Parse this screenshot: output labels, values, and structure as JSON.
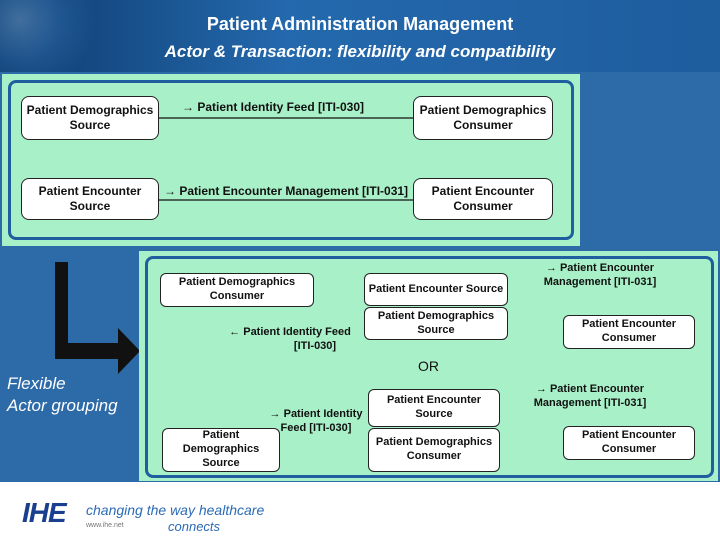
{
  "header": {
    "title_line1": "Patient Administration Management",
    "title_line2": "Actor & Transaction: flexibility and compatibility"
  },
  "top_panel": {
    "row1": {
      "source": "Patient Demographics Source",
      "transaction": "→ Patient Identity Feed [ITI-030]",
      "consumer": "Patient Demographics Consumer"
    },
    "row2": {
      "source": "Patient Encounter Source",
      "transaction": "→ Patient Encounter Management [ITI-031]",
      "consumer": "Patient Encounter Consumer"
    }
  },
  "side_label": {
    "line1": "Flexible",
    "line2": "Actor grouping"
  },
  "bottom_panel": {
    "option1": {
      "pd_consumer": "Patient Demographics Consumer",
      "pe_source": "Patient Encounter Source",
      "pd_source": "Patient Demographics Source",
      "pe_consumer": "Patient Encounter Consumer",
      "feed_label_1": "← Patient Identity Feed",
      "feed_label_2": "[ITI-030]",
      "mgmt_label_1": "→ Patient Encounter",
      "mgmt_label_2": "Management [ITI-031]"
    },
    "or_label": "OR",
    "option2": {
      "pe_source": "Patient Encounter Source",
      "pd_source": "Patient Demographics Source",
      "pd_consumer": "Patient Demographics Consumer",
      "pe_consumer": "Patient Encounter Consumer",
      "feed_label_1": "→ Patient Identity",
      "feed_label_2": "Feed [ITI-030]",
      "mgmt_label_1": "→ Patient Encounter",
      "mgmt_label_2": "Management [ITI-031]"
    }
  },
  "footer": {
    "logo": "IHE",
    "tagline1": "changing the way healthcare",
    "tagline2": "connects",
    "url": "www.ihe.net"
  },
  "colors": {
    "header_bg": "#1e5d9e",
    "panel_bg": "#a8f0c8",
    "panel_border": "#1f5f9f",
    "body_bg": "#2d6aa8"
  }
}
